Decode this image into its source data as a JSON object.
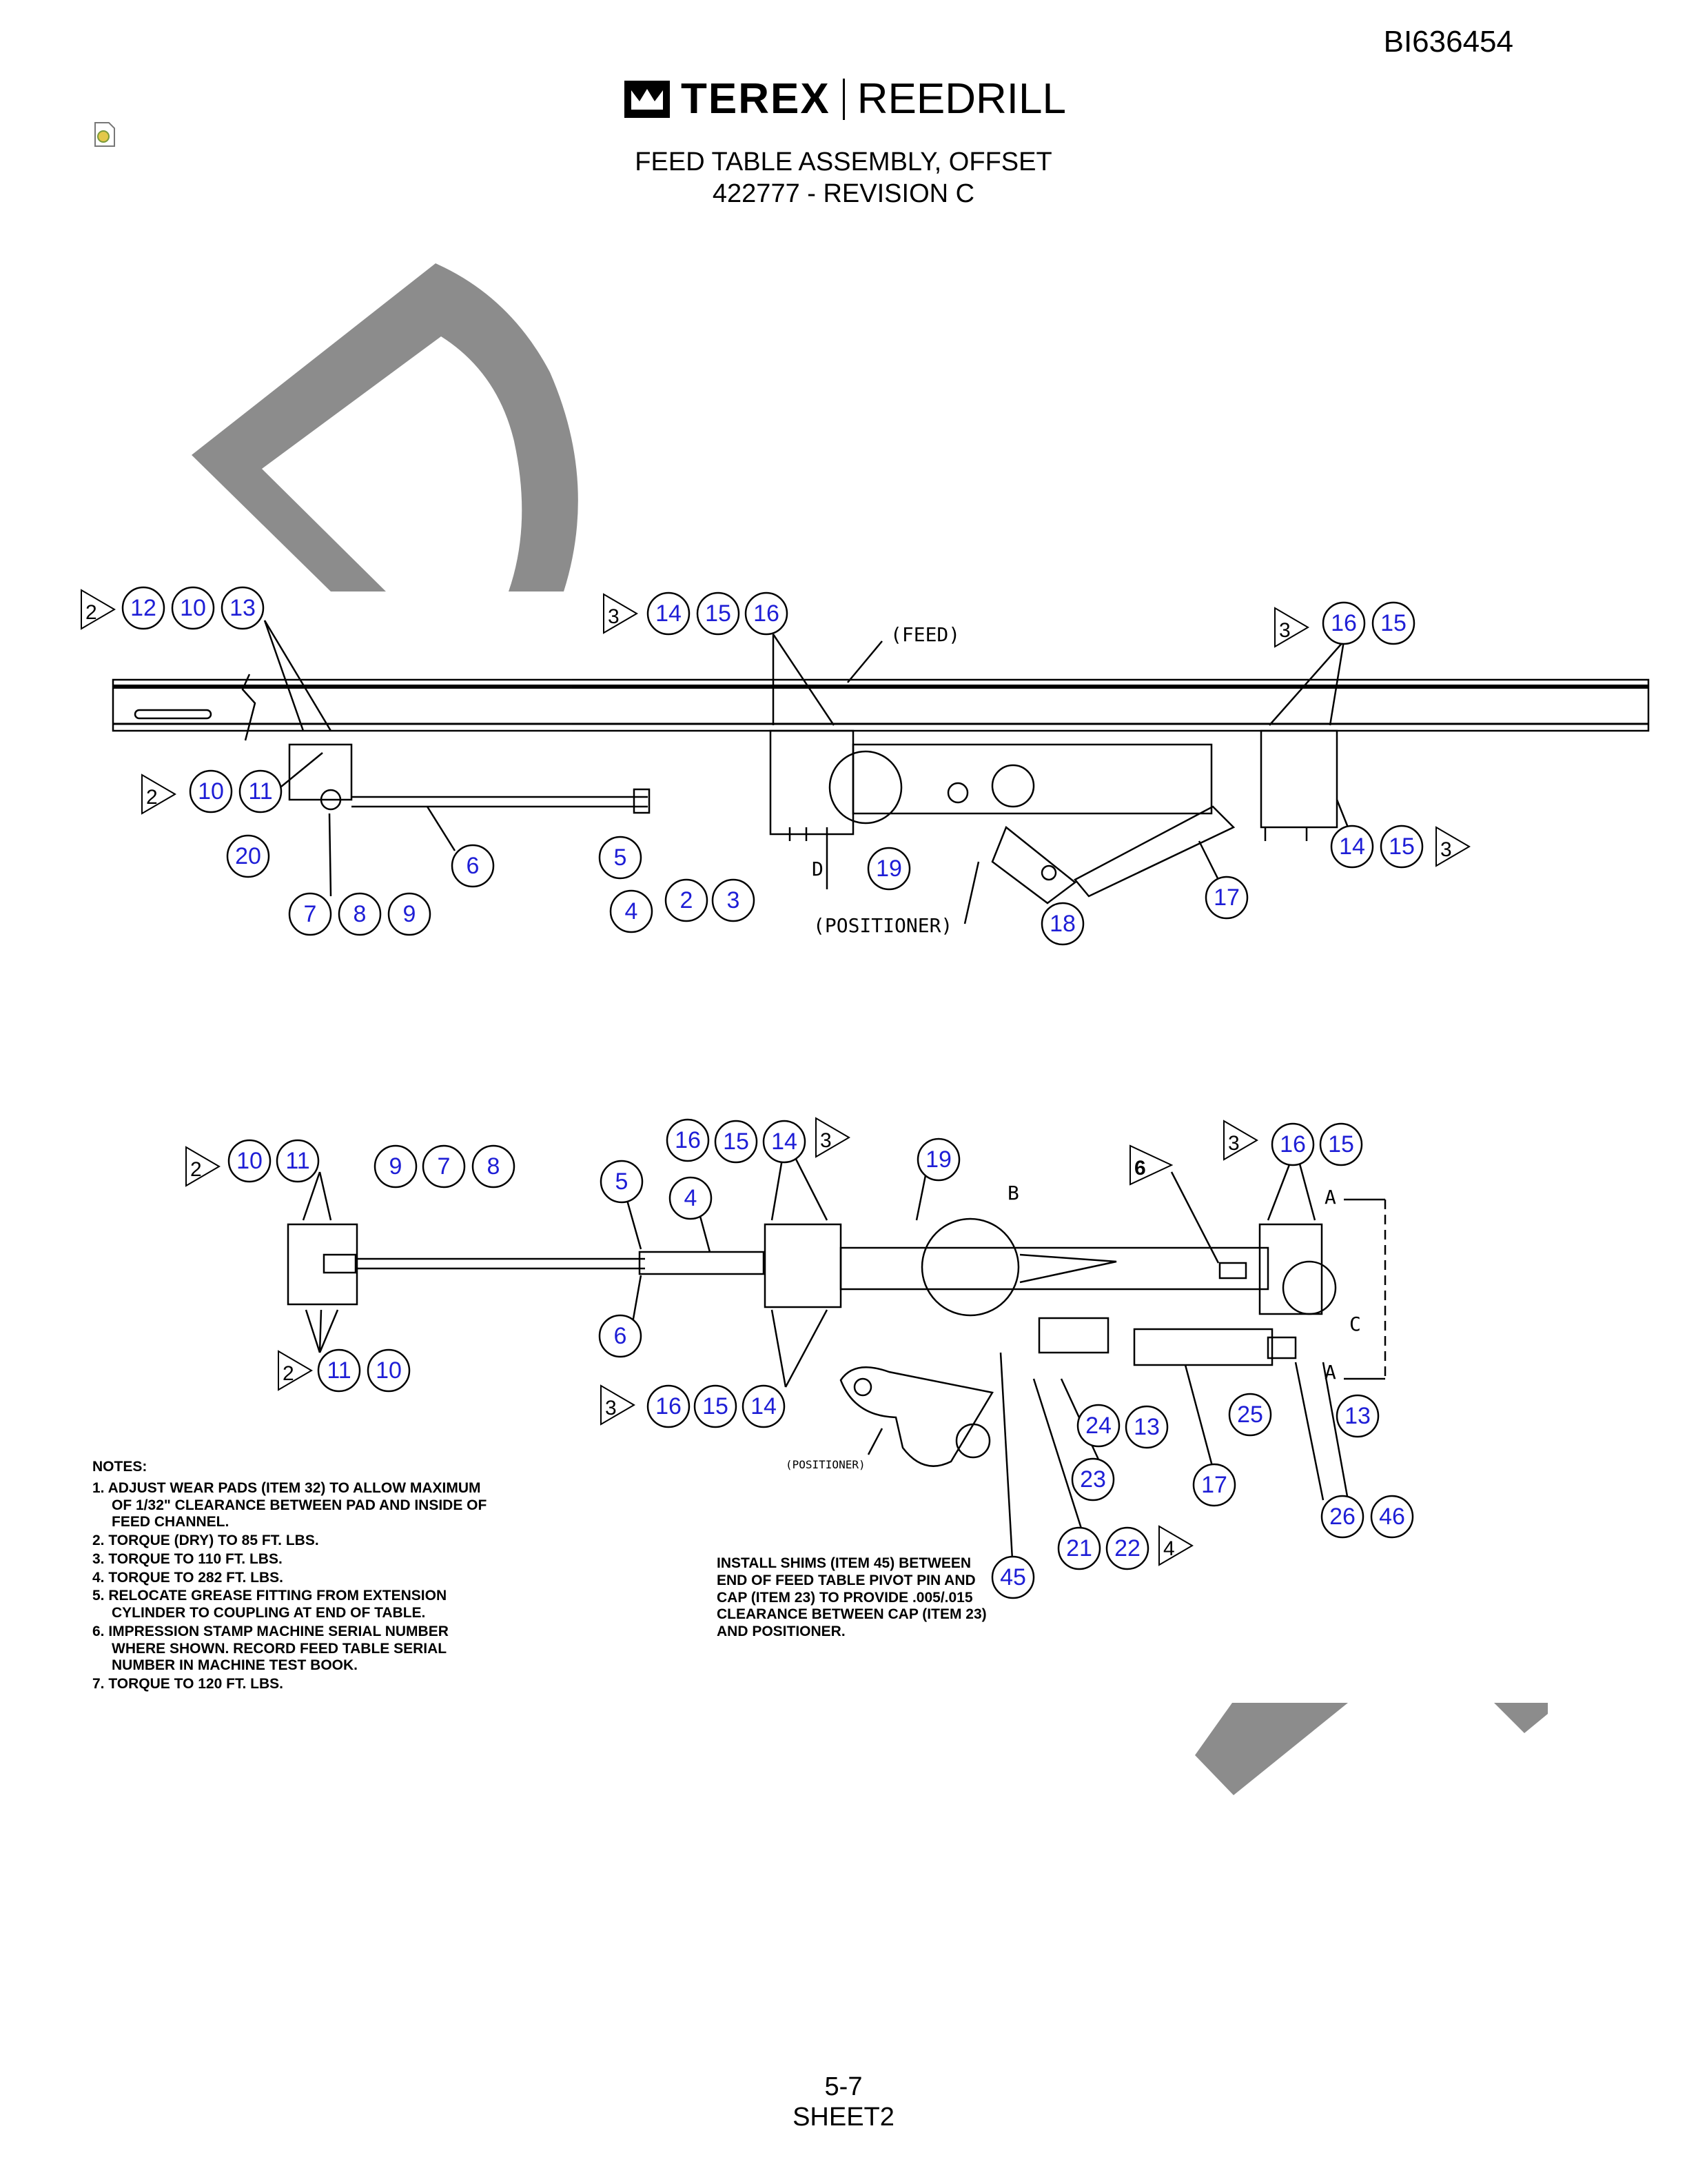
{
  "header": {
    "doc_id": "BI636454",
    "brand_primary": "TEREX",
    "brand_secondary": "REEDRILL",
    "title_line1": "FEED TABLE ASSEMBLY, OFFSET",
    "title_line2": "422777 - REVISION C"
  },
  "diagram_labels": {
    "feed": "(FEED)",
    "positioner": "(POSITIONER)",
    "positioner_small": "(POSITIONER)",
    "d": "D",
    "b": "B",
    "c": "C",
    "a_top": "A",
    "a_bottom": "A"
  },
  "flags": {
    "top_left": "2",
    "top_mid": "3",
    "top_right": "3",
    "top_lower_left": "2",
    "top_lower_right": "3",
    "bot_left": "2",
    "bot_mid": "3",
    "bot_right": "3",
    "bot_lower_left": "2",
    "bot_lower_mid": "3",
    "bot_six": "6",
    "bot_four": "4"
  },
  "callouts": {
    "top_a": [
      "12",
      "10",
      "13"
    ],
    "top_b": [
      "14",
      "15",
      "16"
    ],
    "top_c": [
      "16",
      "15"
    ],
    "top_d": [
      "10",
      "11"
    ],
    "top_20": "20",
    "top_6": "6",
    "top_789": [
      "7",
      "8",
      "9"
    ],
    "top_5": "5",
    "top_4": "4",
    "top_23": [
      "2",
      "3"
    ],
    "top_19": "19",
    "top_18": "18",
    "top_17": "17",
    "top_1415": [
      "14",
      "15"
    ],
    "bot_a": [
      "10",
      "11"
    ],
    "bot_978": [
      "9",
      "7",
      "8"
    ],
    "bot_5": "5",
    "bot_4": "4",
    "bot_161514": [
      "16",
      "15",
      "14"
    ],
    "bot_19": "19",
    "bot_1615r": [
      "16",
      "15"
    ],
    "bot_6": "6",
    "bot_1110": [
      "11",
      "10"
    ],
    "bot_161514b": [
      "16",
      "15",
      "14"
    ],
    "bot_2413": [
      "24",
      "13"
    ],
    "bot_25": "25",
    "bot_13": "13",
    "bot_23": "23",
    "bot_17": "17",
    "bot_2646": [
      "26",
      "46"
    ],
    "bot_2122": [
      "21",
      "22"
    ],
    "bot_45": "45"
  },
  "notes": {
    "header": "NOTES:",
    "items": [
      "1. ADJUST WEAR PADS (ITEM 32) TO ALLOW MAXIMUM OF 1/32\" CLEARANCE BETWEEN PAD AND INSIDE OF FEED CHANNEL.",
      "2. TORQUE (DRY) TO 85 FT. LBS.",
      "3. TORQUE TO 110 FT. LBS.",
      "4. TORQUE TO 282 FT. LBS.",
      "5. RELOCATE GREASE FITTING FROM EXTENSION CYLINDER TO COUPLING AT END OF TABLE.",
      "6. IMPRESSION STAMP MACHINE SERIAL NUMBER WHERE SHOWN. RECORD FEED TABLE SERIAL NUMBER IN MACHINE TEST BOOK.",
      "7. TORQUE TO 120 FT. LBS."
    ]
  },
  "install_note": "INSTALL SHIMS (ITEM 45) BETWEEN END OF FEED TABLE PIVOT PIN AND CAP (ITEM 23) TO PROVIDE .005/.015 CLEARANCE BETWEEN CAP (ITEM 23) AND POSITIONER.",
  "footer": {
    "page": "5-7",
    "sheet": "SHEET2"
  },
  "colors": {
    "callout_text": "#1e1ed6",
    "watermark": "#8c8c8c"
  }
}
